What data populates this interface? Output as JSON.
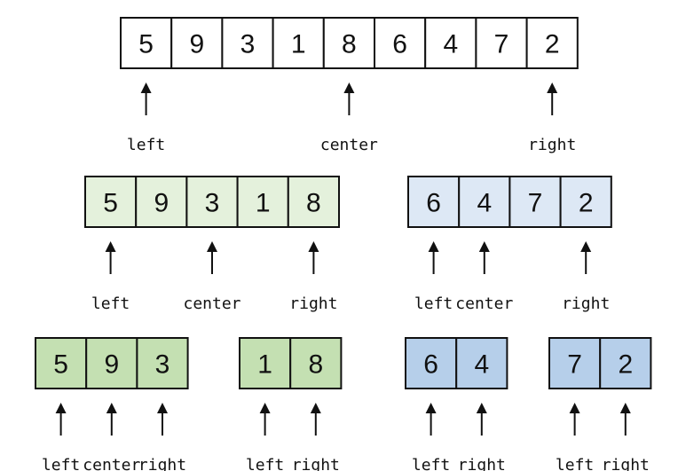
{
  "colors": {
    "root": "#ffffff",
    "left_branch_level1": "#e4f1dc",
    "right_branch_level1": "#dde8f5",
    "left_branch_level2": "#c4e0b2",
    "right_branch_level2": "#b6cfea",
    "stroke": "#111111"
  },
  "levels": [
    {
      "arrays": [
        {
          "values": [
            "5",
            "9",
            "3",
            "1",
            "8",
            "6",
            "4",
            "7",
            "2"
          ],
          "color": "root",
          "pointers": [
            {
              "label": "left",
              "index": 0
            },
            {
              "label": "center",
              "index": 4
            },
            {
              "label": "right",
              "index": 8
            }
          ]
        }
      ]
    },
    {
      "arrays": [
        {
          "values": [
            "5",
            "9",
            "3",
            "1",
            "8"
          ],
          "color": "left_branch_level1",
          "pointers": [
            {
              "label": "left",
              "index": 0
            },
            {
              "label": "center",
              "index": 2
            },
            {
              "label": "right",
              "index": 4
            }
          ]
        },
        {
          "values": [
            "6",
            "4",
            "7",
            "2"
          ],
          "color": "right_branch_level1",
          "pointers": [
            {
              "label": "left",
              "index": 0
            },
            {
              "label": "center",
              "index": 1
            },
            {
              "label": "right",
              "index": 3
            }
          ]
        }
      ]
    },
    {
      "arrays": [
        {
          "values": [
            "5",
            "9",
            "3"
          ],
          "color": "left_branch_level2",
          "pointers": [
            {
              "label": "left",
              "index": 0
            },
            {
              "label": "center",
              "index": 1
            },
            {
              "label": "right",
              "index": 2
            }
          ]
        },
        {
          "values": [
            "1",
            "8"
          ],
          "color": "left_branch_level2",
          "pointers": [
            {
              "label": "left",
              "index": 0
            },
            {
              "label": "right",
              "index": 1
            }
          ]
        },
        {
          "values": [
            "6",
            "4"
          ],
          "color": "right_branch_level2",
          "pointers": [
            {
              "label": "left",
              "index": 0
            },
            {
              "label": "right",
              "index": 1
            }
          ]
        },
        {
          "values": [
            "7",
            "2"
          ],
          "color": "right_branch_level2",
          "pointers": [
            {
              "label": "left",
              "index": 0
            },
            {
              "label": "right",
              "index": 1
            }
          ]
        }
      ]
    }
  ]
}
